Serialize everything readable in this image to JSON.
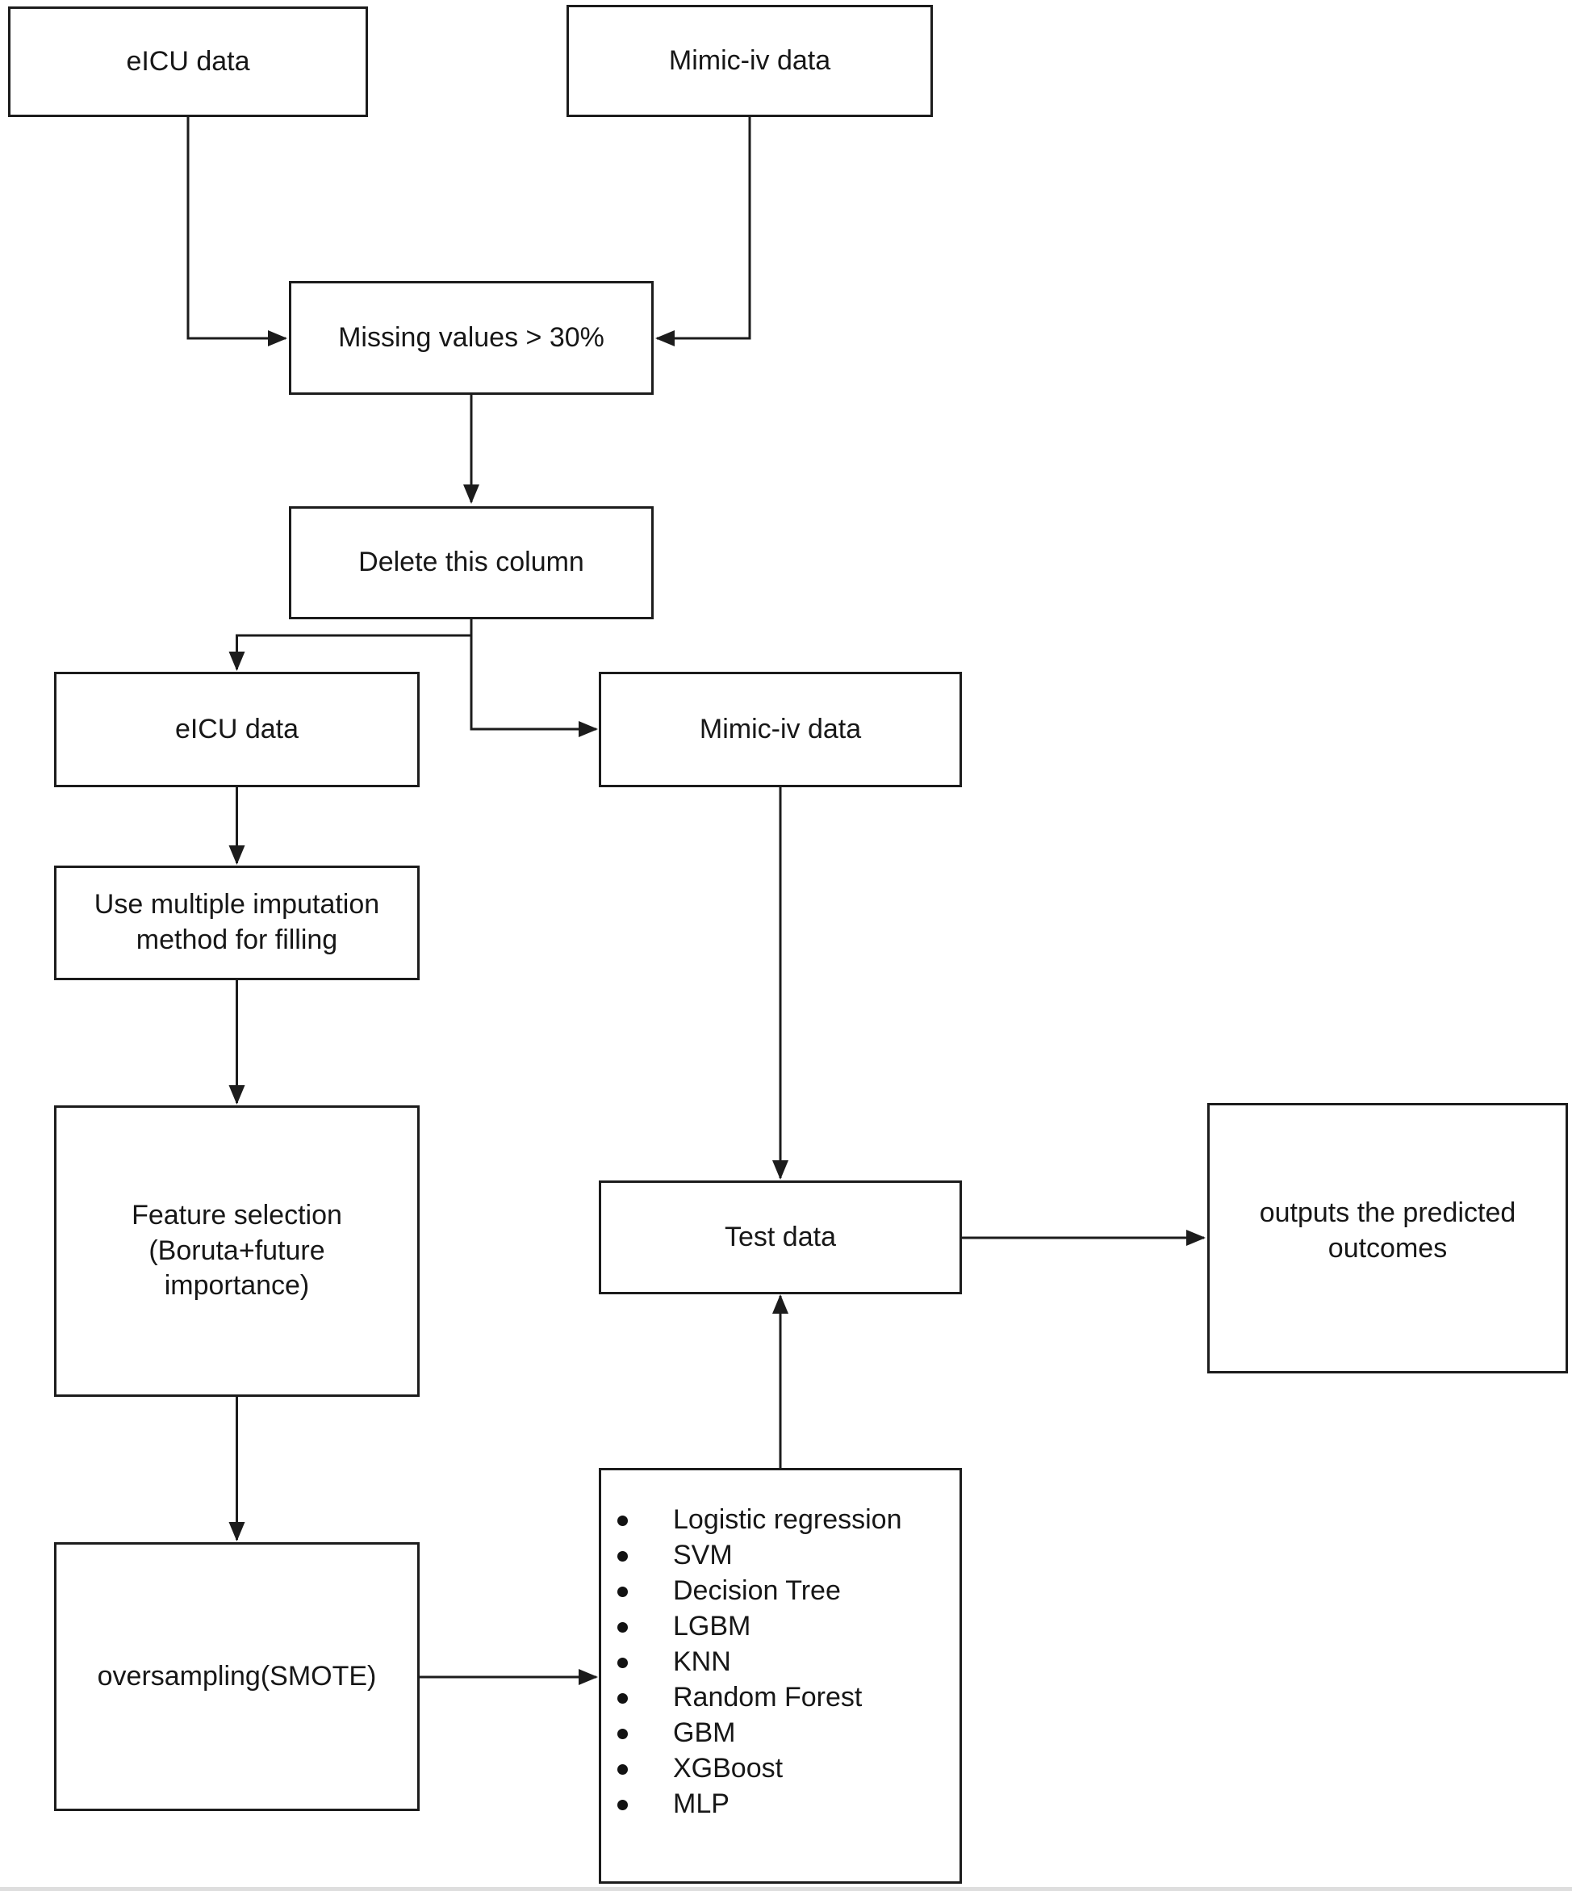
{
  "diagram": {
    "type": "flowchart",
    "colors": {
      "stroke": "#1c1c1c",
      "text": "#171717",
      "background": "#ffffff"
    },
    "nodes": {
      "eicu_top": {
        "label": "eICU data"
      },
      "mimic_top": {
        "label": "Mimic-iv data"
      },
      "missing": {
        "label": "Missing values > 30%"
      },
      "delete": {
        "label": "Delete this column"
      },
      "eicu_clean": {
        "label": "eICU data"
      },
      "mimic_clean": {
        "label": "Mimic-iv data"
      },
      "imputation": {
        "label": "Use multiple imputation method for filling"
      },
      "feature": {
        "label": "Feature selection (Boruta+future importance)"
      },
      "oversampling": {
        "label": "oversampling(SMOTE)"
      },
      "test_data": {
        "label": "Test data"
      },
      "outputs": {
        "label": "outputs the predicted outcomes"
      },
      "models": {
        "items": [
          "Logistic regression",
          "SVM",
          "Decision Tree",
          "LGBM",
          "KNN",
          "Random Forest",
          "GBM",
          "XGBoost",
          "MLP"
        ]
      }
    },
    "edges": [
      "eicu_top -> missing",
      "mimic_top -> missing",
      "missing -> delete",
      "delete -> eicu_clean",
      "delete -> mimic_clean",
      "eicu_clean -> imputation",
      "imputation -> feature",
      "feature -> oversampling",
      "oversampling -> models",
      "mimic_clean -> test_data",
      "models -> test_data",
      "test_data -> outputs"
    ]
  }
}
